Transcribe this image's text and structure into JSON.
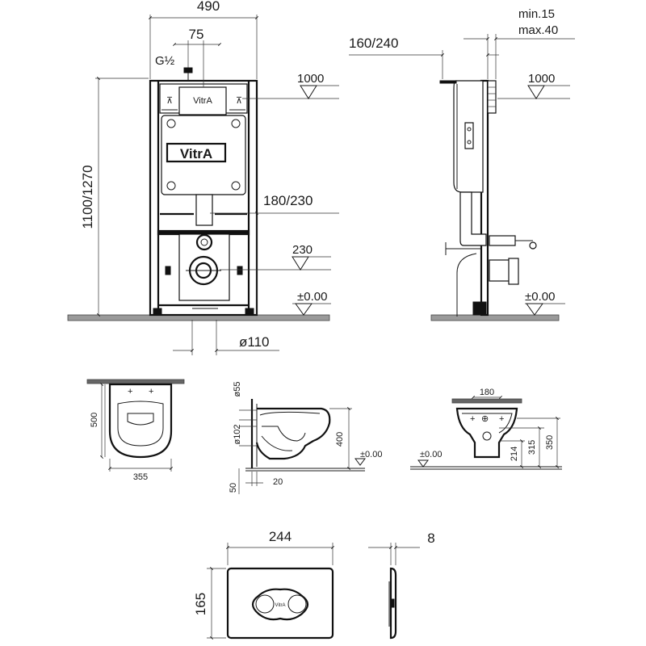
{
  "front_view": {
    "width": "490",
    "supply_offset": "75",
    "supply_thread": "G½",
    "height": "1100/1270",
    "level_1000": "1000",
    "drain_height": "180/230",
    "fixing_height": "230",
    "floor_level": "±0.00",
    "pipe_diameter": "ø110",
    "brand_top": "VitrA",
    "brand_plate": "VitrA"
  },
  "side_view": {
    "depth": "160/240",
    "wall_min": "min.15",
    "wall_max": "max.40",
    "level_1000": "1000",
    "floor_level": "±0.00"
  },
  "bowl_top_view": {
    "length": "500",
    "width": "355"
  },
  "bowl_side_view": {
    "outlet": "ø55",
    "inlet": "ø102",
    "height": "400",
    "floor_level": "±0.00",
    "offset_50": "50",
    "offset_20": "20"
  },
  "bowl_front_view": {
    "bolt_spacing": "180",
    "dim_214": "214",
    "dim_315": "315",
    "dim_350": "350",
    "floor_level": "±0.00"
  },
  "flush_plate": {
    "width": "244",
    "height": "165",
    "depth": "8",
    "brand": "VitrA"
  }
}
